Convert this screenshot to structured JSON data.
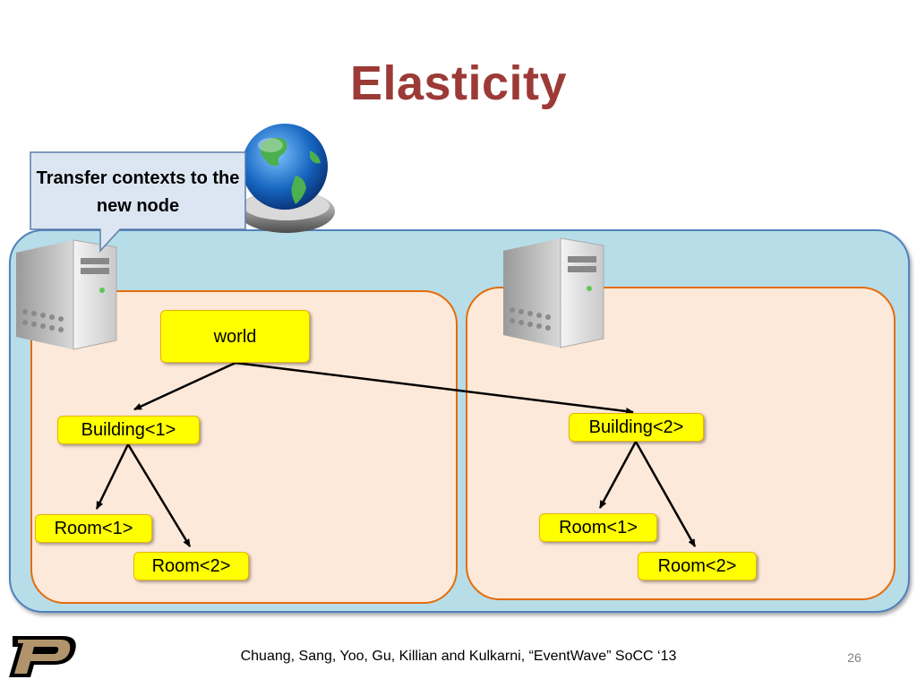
{
  "slide": {
    "title": "Elasticity",
    "callout": "Transfer contexts to the new node",
    "footer": "Chuang, Sang, Yoo, Gu, Killian and Kulkarni, “EventWave” SoCC ‘13",
    "page_number": "26"
  },
  "contexts": {
    "world": "world",
    "building1": "Building<1>",
    "building2": "Building<2>",
    "node1_room1": "Room<1>",
    "node1_room2": "Room<2>",
    "node2_room1": "Room<1>",
    "node2_room2": "Room<2>"
  },
  "icons": {
    "server": "server-icon",
    "globe": "globe-icon",
    "logo": "purdue-logo"
  },
  "colors": {
    "title": "#9b3a36",
    "cluster_fill": "#b7dde8",
    "node_fill": "#fde9d9",
    "node_border": "#e46c0a",
    "context_fill": "#ffff00"
  }
}
